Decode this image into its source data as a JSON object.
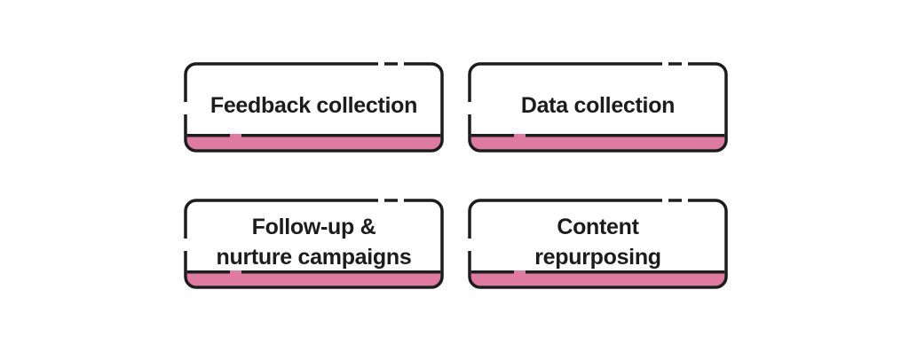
{
  "colors": {
    "outline": "#1c1c1c",
    "accent_pink": "#df7aa1",
    "text": "#1c1c1c",
    "background": "#ffffff"
  },
  "cards": [
    {
      "id": "feedback-collection",
      "lines": [
        "Feedback collection"
      ]
    },
    {
      "id": "data-collection",
      "lines": [
        "Data collection"
      ]
    },
    {
      "id": "follow-up-nurture-campaigns",
      "lines": [
        "Follow-up &",
        "nurture campaigns"
      ]
    },
    {
      "id": "content-repurposing",
      "lines": [
        "Content",
        "repurposing"
      ]
    }
  ]
}
